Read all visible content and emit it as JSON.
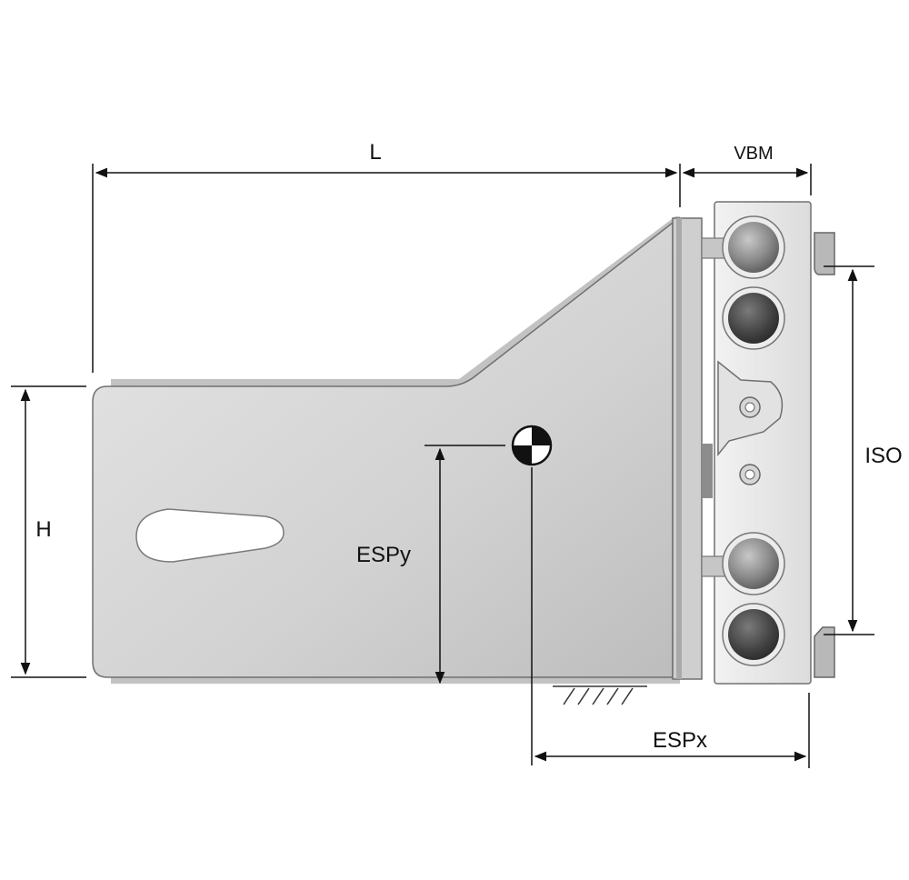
{
  "labels": {
    "length": "L",
    "module": "VBM",
    "height": "H",
    "interface": "ISO",
    "cog_y": "ESPy",
    "cog_x": "ESPx"
  },
  "colors": {
    "body_fill": "#d4d4d4",
    "body_edge": "#6f6f6f",
    "roller_dark": "#4a4a4a",
    "dimension_line": "#111111"
  }
}
